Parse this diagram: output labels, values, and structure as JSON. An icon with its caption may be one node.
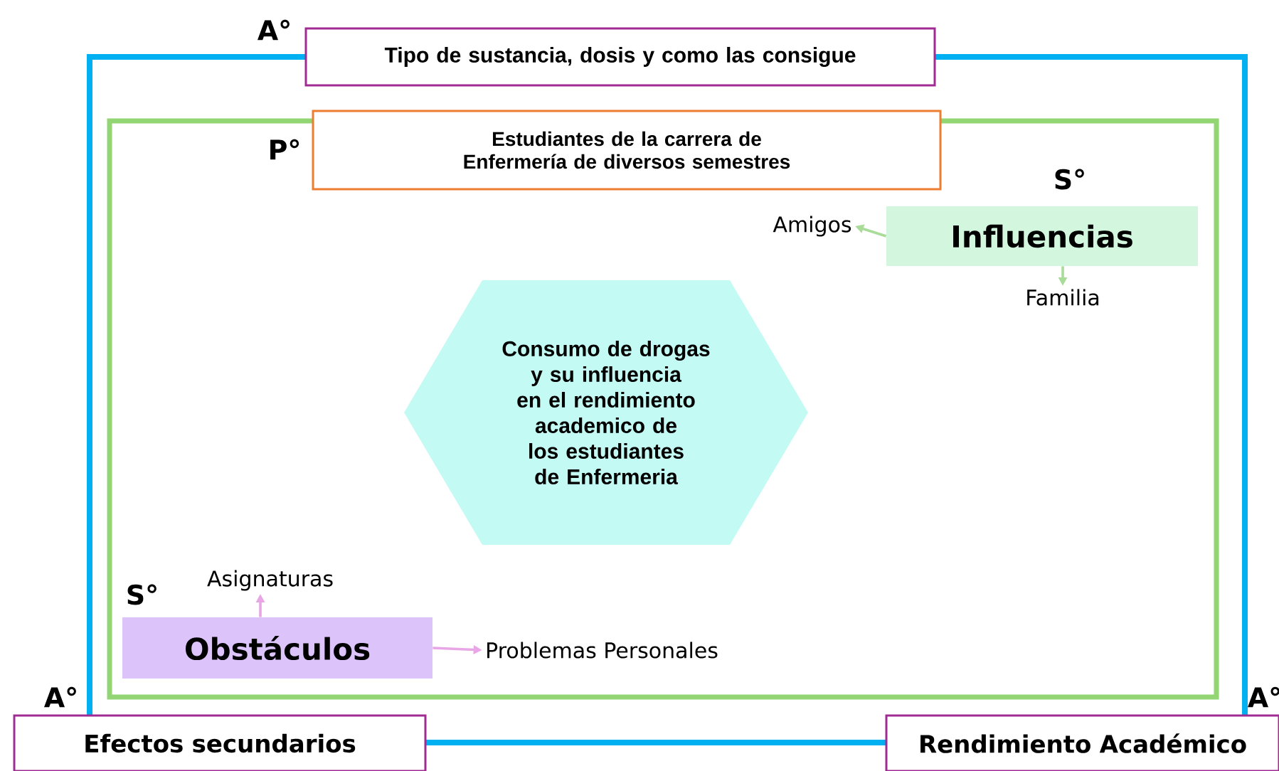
{
  "diagram": {
    "nodes": [
      {
        "text": [],
        "shape": "box"
      },
      {
        "text": [
          "Tipo de sustancia, dosis y como las consigue"
        ],
        "beside": [
          "A°"
        ]
      },
      {
        "text": [],
        "shape": "box",
        "in": 0
      },
      {
        "text": [
          "Estudiantes de la carrera de Enfermería de diversos semestres"
        ],
        "in": 0,
        "beside": [
          "P°"
        ]
      },
      {
        "text": [
          "Influencias"
        ],
        "in": 2,
        "beside": [
          "S°"
        ]
      },
      {
        "text": [
          "Amigos"
        ],
        "in": 2
      },
      {
        "text": [
          "Familia"
        ],
        "in": 2
      },
      {
        "text": [
          "Consumo de drogas y su influencia en el rendimiento academico de los estudiantes de Enfermeria"
        ],
        "in": 2
      },
      {
        "text": [
          "Asignaturas"
        ],
        "in": 2
      },
      {
        "text": [
          "Obstáculos"
        ],
        "in": 2,
        "beside": [
          "S°"
        ]
      },
      {
        "text": [
          "Problemas Personales"
        ],
        "in": 2
      },
      {
        "text": [
          "Efectos secundarios"
        ],
        "beside": [
          "A°"
        ]
      },
      {
        "text": [
          "Rendimiento Académico"
        ],
        "beside": [
          "A°"
        ]
      }
    ],
    "edges": [
      {
        "from": 4,
        "to": 5,
        "arrow": "to",
        "color": "#a9dc98"
      },
      {
        "from": 4,
        "to": 6,
        "arrow": "to",
        "color": "#a9dc98"
      },
      {
        "from": 9,
        "to": 8,
        "arrow": "to",
        "color": "#e9a6e6"
      },
      {
        "from": 9,
        "to": 10,
        "arrow": "to",
        "color": "#e9a6e6"
      }
    ]
  }
}
